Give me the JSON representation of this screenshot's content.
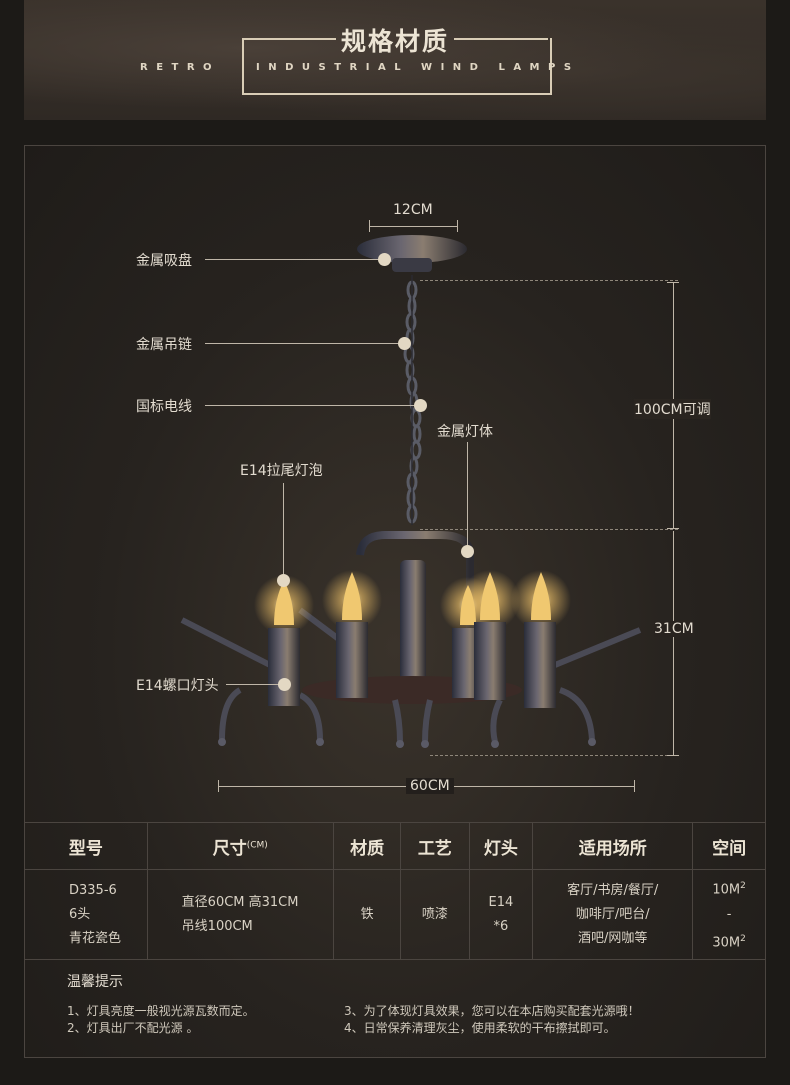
{
  "header": {
    "title": "规格材质",
    "sub_left": "RETRO",
    "sub_right": "INDUSTRIAL WIND LAMPS"
  },
  "diagram": {
    "dim_top": "12CM",
    "dim_chain": "100CM可调",
    "dim_height": "31CM",
    "dim_width": "60CM",
    "labels": {
      "canopy": "金属吸盘",
      "chain": "金属吊链",
      "wire": "国标电线",
      "body": "金属灯体",
      "bulb": "E14拉尾灯泡",
      "socket": "E14螺口灯头"
    }
  },
  "table": {
    "headers": [
      "型号",
      "尺寸",
      "材质",
      "工艺",
      "灯头",
      "适用场所",
      "空间"
    ],
    "size_unit": "(CM)",
    "row": {
      "model": [
        "D335-6",
        "6头",
        "青花瓷色"
      ],
      "size": [
        "直径60CM 高31CM",
        "吊线100CM"
      ],
      "material": "铁",
      "process": "喷漆",
      "socket": [
        "E14",
        "*6"
      ],
      "places": [
        "客厅/书房/餐厅/",
        "咖啡厅/吧台/",
        "酒吧/网咖等"
      ],
      "space": [
        "10M",
        "-",
        "30M"
      ],
      "space_sup": "2"
    }
  },
  "notes": {
    "title": "温馨提示",
    "items": [
      "1、灯具亮度一般视光源瓦数而定。",
      "2、灯具出厂不配光源 。",
      "3、为了体现灯具效果，您可以在本店购买配套光源哦！",
      "4、日常保养清理灰尘，使用柔软的干布擦拭即可。"
    ]
  }
}
